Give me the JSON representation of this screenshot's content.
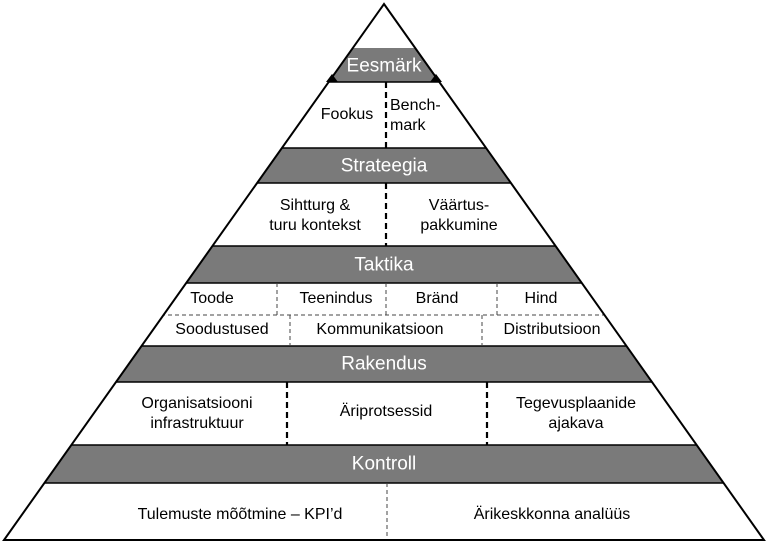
{
  "diagram": {
    "colors": {
      "band": "#7a7a7a",
      "background": "#ffffff",
      "outline": "#000000",
      "band_text": "#ffffff",
      "body_text": "#000000"
    },
    "levels": [
      {
        "id": "eesmark",
        "title": "Eesmärk",
        "cells": [
          "Fookus",
          "Bench-\nmark"
        ]
      },
      {
        "id": "strateegia",
        "title": "Strateegia",
        "cells": [
          "Sihtturg &\nturu kontekst",
          "Väärtus-\npakkumine"
        ]
      },
      {
        "id": "taktika",
        "title": "Taktika",
        "row1": [
          "Toode",
          "Teenindus",
          "Bränd",
          "Hind"
        ],
        "row2": [
          "Soodustused",
          "Kommunikatsioon",
          "Distributsioon"
        ]
      },
      {
        "id": "rakendus",
        "title": "Rakendus",
        "cells": [
          "Organisatsiooni\ninfrastruktuur",
          "Äriprotsessid",
          "Tegevusplaanide\najakava"
        ]
      },
      {
        "id": "kontroll",
        "title": "Kontroll",
        "cells": [
          "Tulemuste mõõtmine – KPI’d",
          "Ärikeskkonna analüüs"
        ]
      }
    ]
  }
}
